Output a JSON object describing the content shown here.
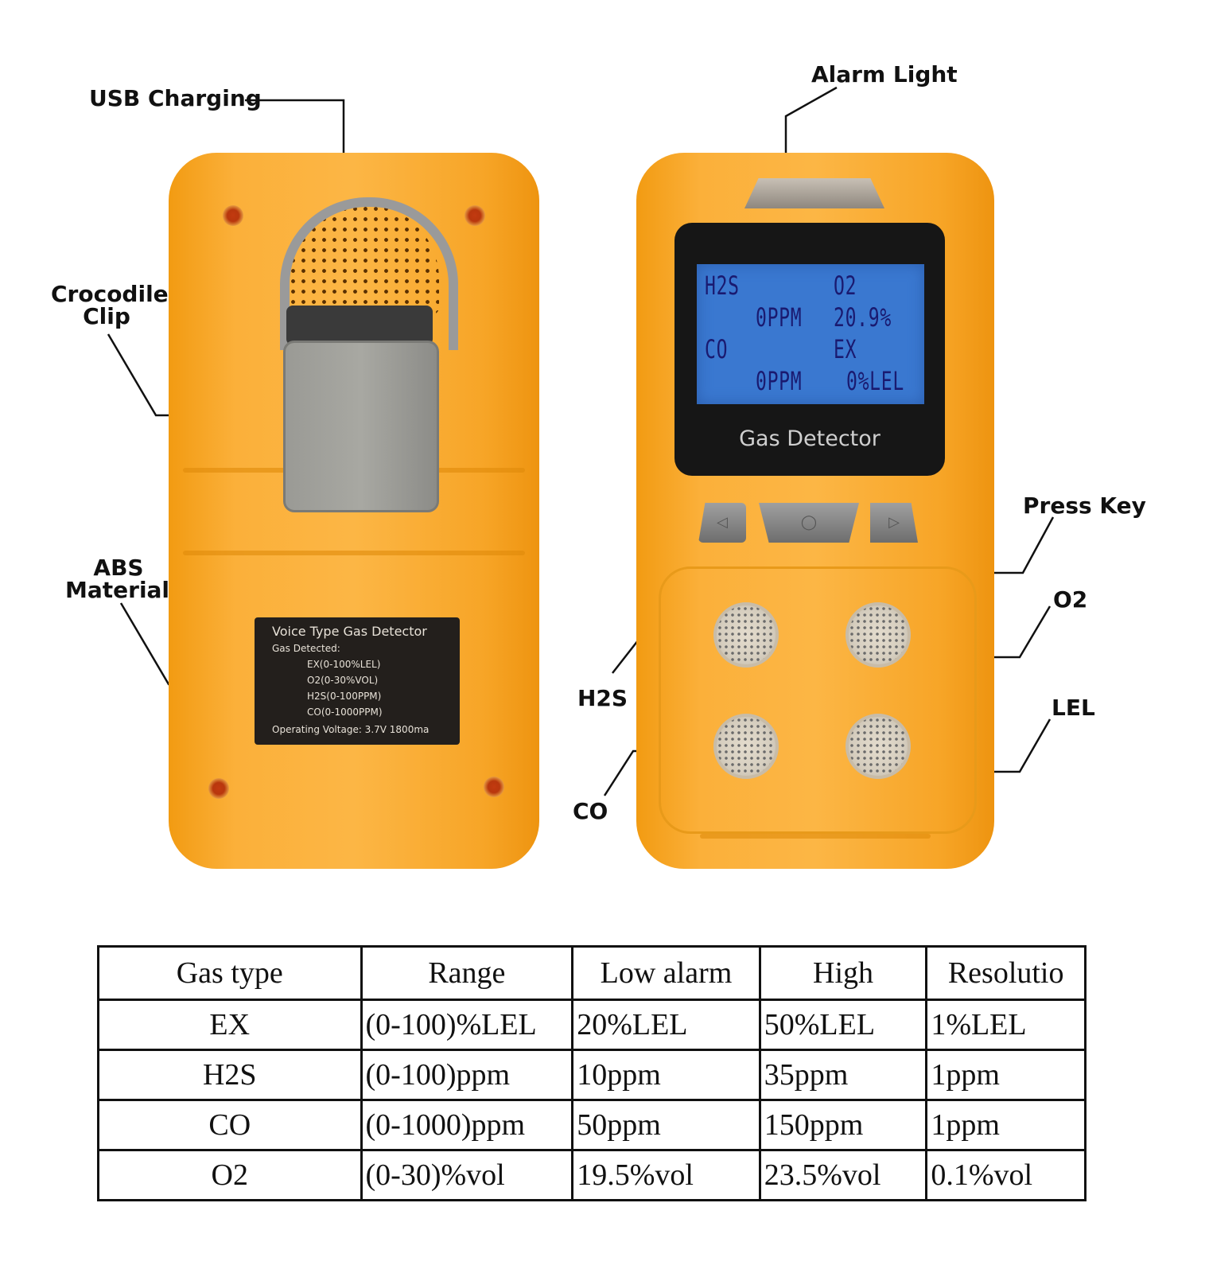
{
  "callouts": {
    "usb_charging": "USB Charging",
    "crocodile_clip_1": "Crocodile",
    "crocodile_clip_2": "Clip",
    "abs_materials_1": "ABS",
    "abs_materials_2": "Materials",
    "alarm_light": "Alarm Light",
    "press_key": "Press Key",
    "o2": "O2",
    "h2s": "H2S",
    "lel": "LEL",
    "co": "CO"
  },
  "back_label": {
    "title": "Voice Type Gas Detector",
    "gas_detected": "Gas Detected:",
    "lines": [
      "EX(0-100%LEL)",
      "O2(0-30%VOL)",
      "H2S(0-100PPM)",
      "CO(0-1000PPM)"
    ],
    "voltage": "Operating Voltage:  3.7V 1800ma"
  },
  "screen": {
    "h2s_label": "H2S",
    "o2_label": "O2",
    "h2s_value": "0PPM",
    "o2_value": "20.9%",
    "co_label": "CO",
    "ex_label": "EX",
    "co_value": "0PPM",
    "ex_value": "0%LEL",
    "brand": "Gas Detector"
  },
  "keys": {
    "left": "◁",
    "middle": "◯",
    "right": "▷"
  },
  "colors": {
    "body": "#fcb645",
    "lcd": "#3a78d0",
    "bezel": "#161616"
  },
  "table": {
    "headers": [
      "Gas type",
      "Range",
      "Low alarm",
      "High",
      "Resolutio"
    ],
    "rows": [
      [
        "EX",
        "(0-100)%LEL",
        "20%LEL",
        "50%LEL",
        "1%LEL"
      ],
      [
        "H2S",
        "(0-100)ppm",
        "10ppm",
        "35ppm",
        "1ppm"
      ],
      [
        "CO",
        "(0-1000)ppm",
        "50ppm",
        "150ppm",
        "1ppm"
      ],
      [
        "O2",
        "(0-30)%vol",
        "19.5%vol",
        "23.5%vol",
        "0.1%vol"
      ]
    ]
  }
}
